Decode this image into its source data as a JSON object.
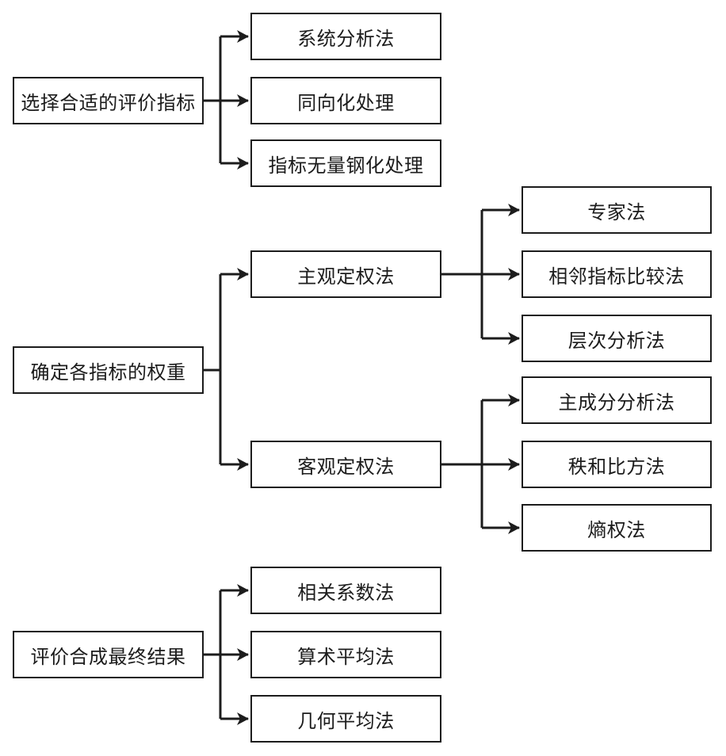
{
  "diagram": {
    "background": "#ffffff",
    "line_color": "#1c1c1c",
    "text_color": "#1c1c1c",
    "groups": [
      {
        "source": "选择合适的评价指标",
        "targets": [
          "系统分析法",
          "同向化处理",
          "指标无量钢化处理"
        ]
      },
      {
        "source": "确定各指标的权重",
        "subgroups": [
          {
            "source": "主观定权法",
            "targets": [
              "专家法",
              "相邻指标比较法",
              "层次分析法"
            ]
          },
          {
            "source": "客观定权法",
            "targets": [
              "主成分分析法",
              "秩和比方法",
              "熵权法"
            ]
          }
        ]
      },
      {
        "source": "评价合成最终结果",
        "targets": [
          "相关系数法",
          "算术平均法",
          "几何平均法"
        ]
      }
    ]
  }
}
